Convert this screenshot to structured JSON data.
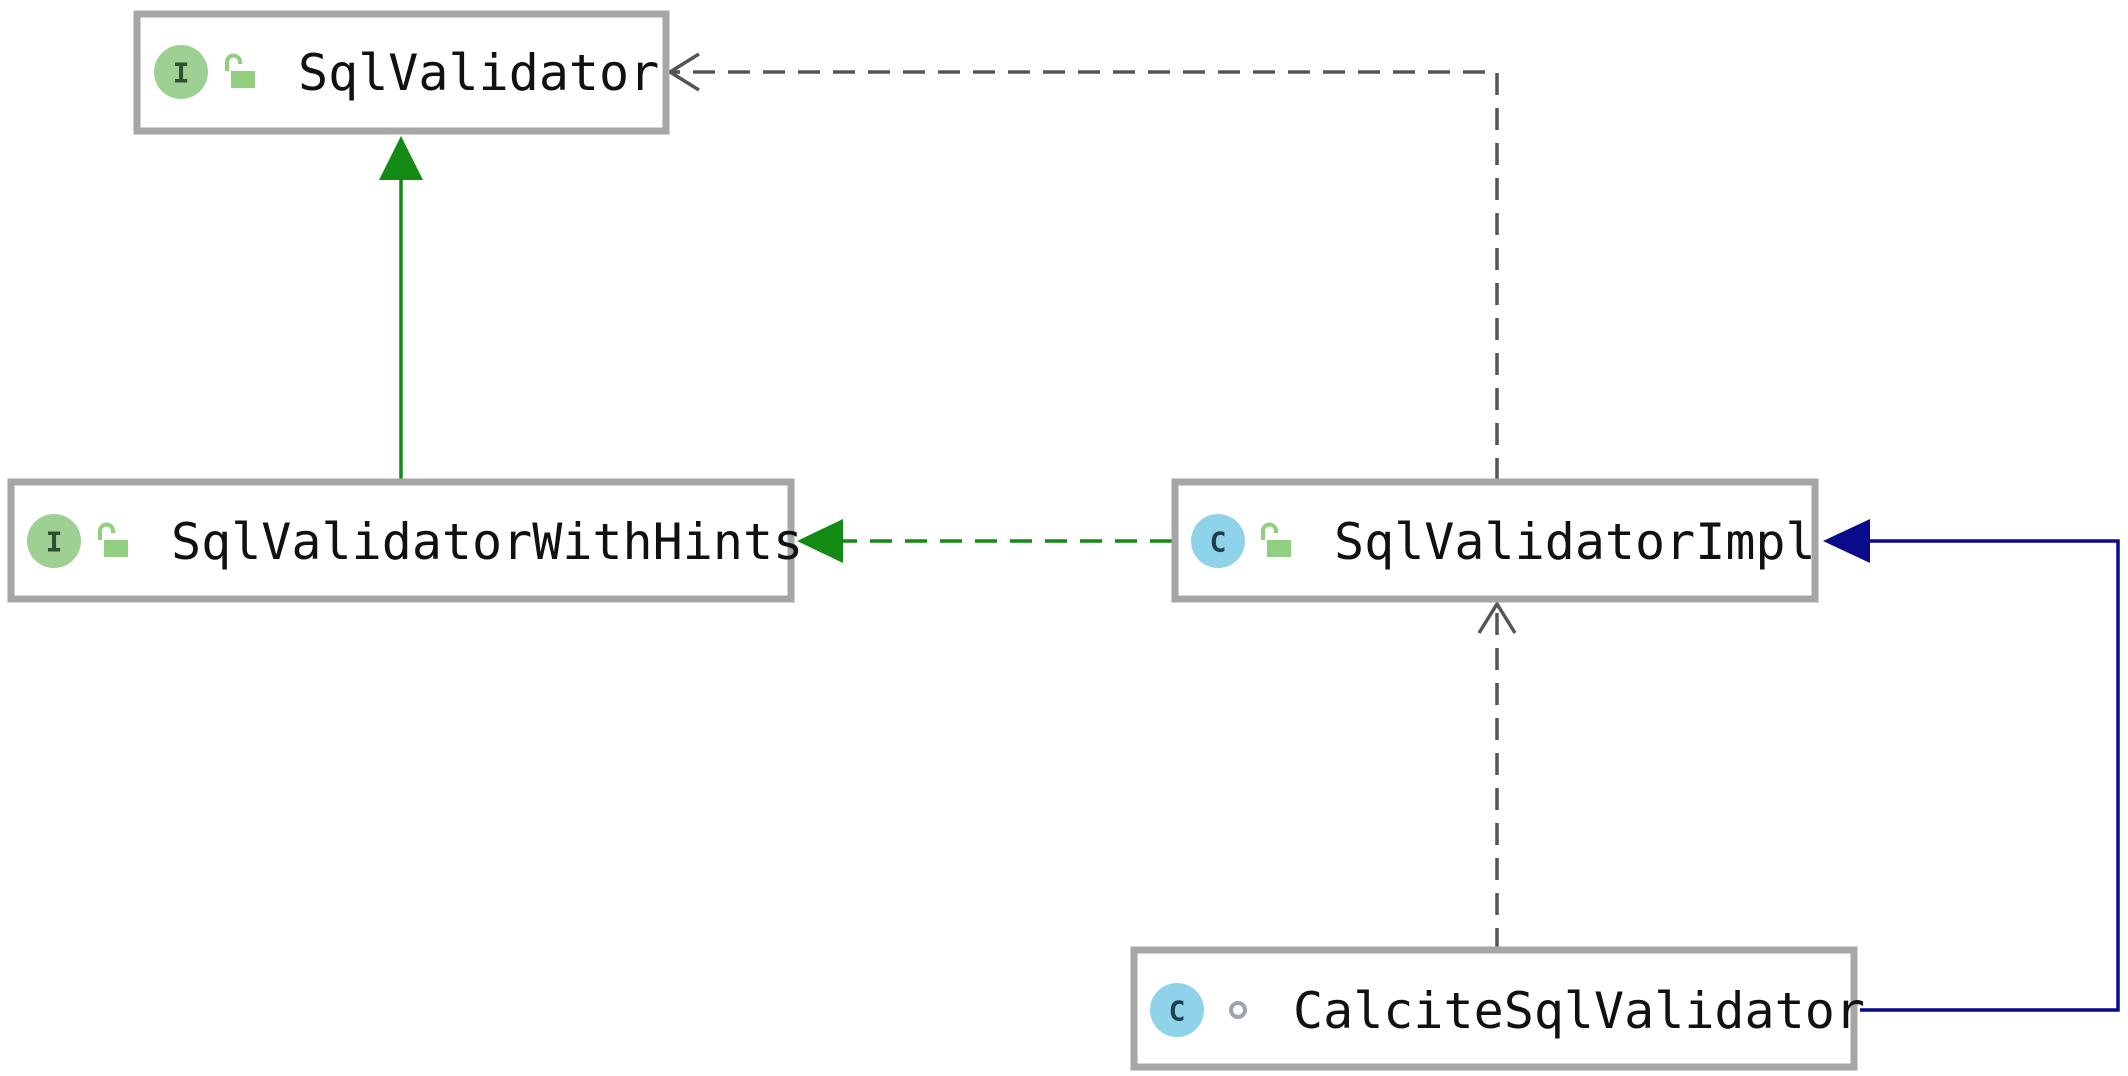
{
  "nodes": [
    {
      "id": "sqlvalidator",
      "label": "SqlValidator",
      "kind_letter": "I",
      "kind": "interface",
      "visibility": "public"
    },
    {
      "id": "withhints",
      "label": "SqlValidatorWithHints",
      "kind_letter": "I",
      "kind": "interface",
      "visibility": "public"
    },
    {
      "id": "impl",
      "label": "SqlValidatorImpl",
      "kind_letter": "C",
      "kind": "class",
      "visibility": "public"
    },
    {
      "id": "calcite",
      "label": "CalciteSqlValidator",
      "kind_letter": "C",
      "kind": "class",
      "visibility": "package-private"
    }
  ],
  "edges": [
    {
      "from": "withhints",
      "to": "sqlvalidator",
      "type": "extends",
      "style": "solid",
      "color": "#138a13"
    },
    {
      "from": "impl",
      "to": "withhints",
      "type": "implements",
      "style": "dashed",
      "color": "#138a13"
    },
    {
      "from": "impl",
      "to": "sqlvalidator",
      "type": "dependency",
      "style": "dashed",
      "color": "#555555"
    },
    {
      "from": "calcite",
      "to": "impl",
      "type": "dependency",
      "style": "dashed",
      "color": "#555555"
    },
    {
      "from": "calcite",
      "to": "impl",
      "type": "extends",
      "style": "solid",
      "color": "#0a0a8c"
    }
  ],
  "colors": {
    "interface_badge": "#9ed094",
    "interface_letter": "#2f4f2f",
    "class_badge": "#8ed3ea",
    "class_letter": "#1f3f4f",
    "lock": "#8fcf7f",
    "node_border": "#a6a6a6",
    "extends_green": "#138a13",
    "extends_blue": "#0a0a8c",
    "dependency_gray": "#555555"
  },
  "icons": {
    "public": "open-lock-icon",
    "package-private": "small-circle-icon"
  }
}
